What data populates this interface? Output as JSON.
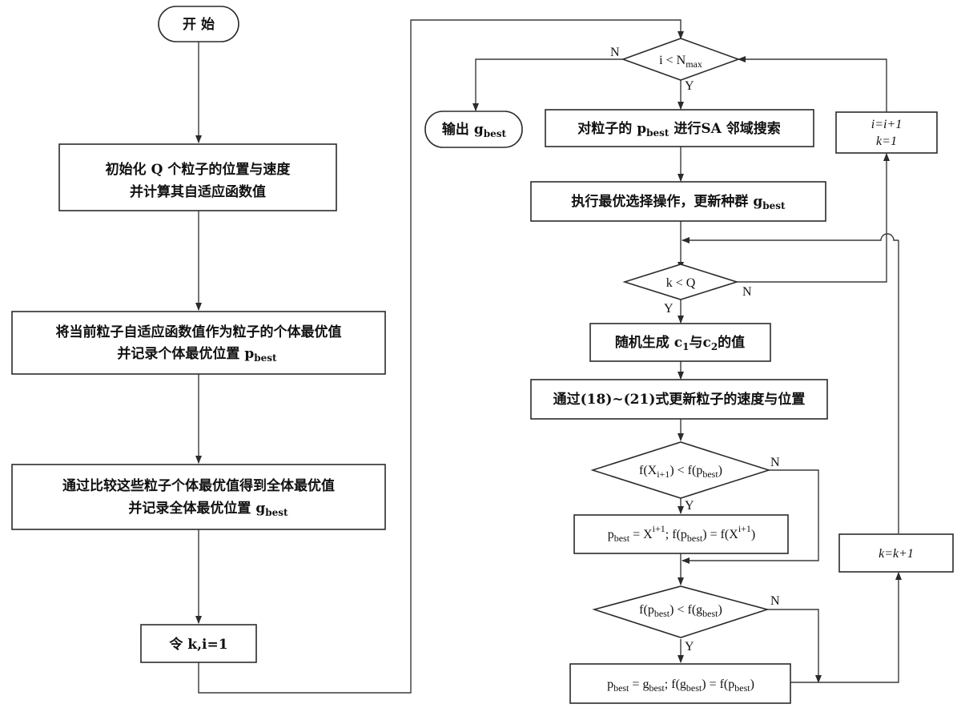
{
  "nodes": {
    "start": "开 始",
    "init_line1_a": "初始化 ",
    "init_line1_q": "Q",
    "init_line1_b": " 个粒子的位置与速度",
    "init_line2": "并计算其自适应函数值",
    "pbest_line1": "将当前粒子自适应函数值作为粒子的个体最优值",
    "pbest_line2": "并记录个体最优位置 ",
    "gbest_line1": "通过比较这些粒子个体最优值得到全体最优值",
    "gbest_line2": "并记录全体最优位置 ",
    "set_ki": "令 k,i=1",
    "output": "输出 ",
    "sa_a": "对粒子的 ",
    "sa_b": " 进行SA 邻域搜索",
    "select_a": "执行最优选择操作，更新种群 ",
    "random_a": "随机生成 ",
    "random_mid": "与",
    "random_b": "的值",
    "update": "通过(18)~(21)式更新粒子的速度与位置",
    "i_incr": "i=i+1",
    "k_reset": "k=1",
    "k_incr": "k=k+1"
  },
  "symbols": {
    "p": "p",
    "g": "g",
    "best": "best",
    "max": "max",
    "N": "N",
    "i": "i",
    "k": "k",
    "Q": "Q",
    "c": "c",
    "one": "1",
    "two": "2",
    "f": "f",
    "X": "X",
    "i_plus_1": "i+1",
    "lt": " < ",
    "eq": " = ",
    "semi": "; "
  },
  "branch_labels": {
    "yes": "Y",
    "no": "N"
  }
}
